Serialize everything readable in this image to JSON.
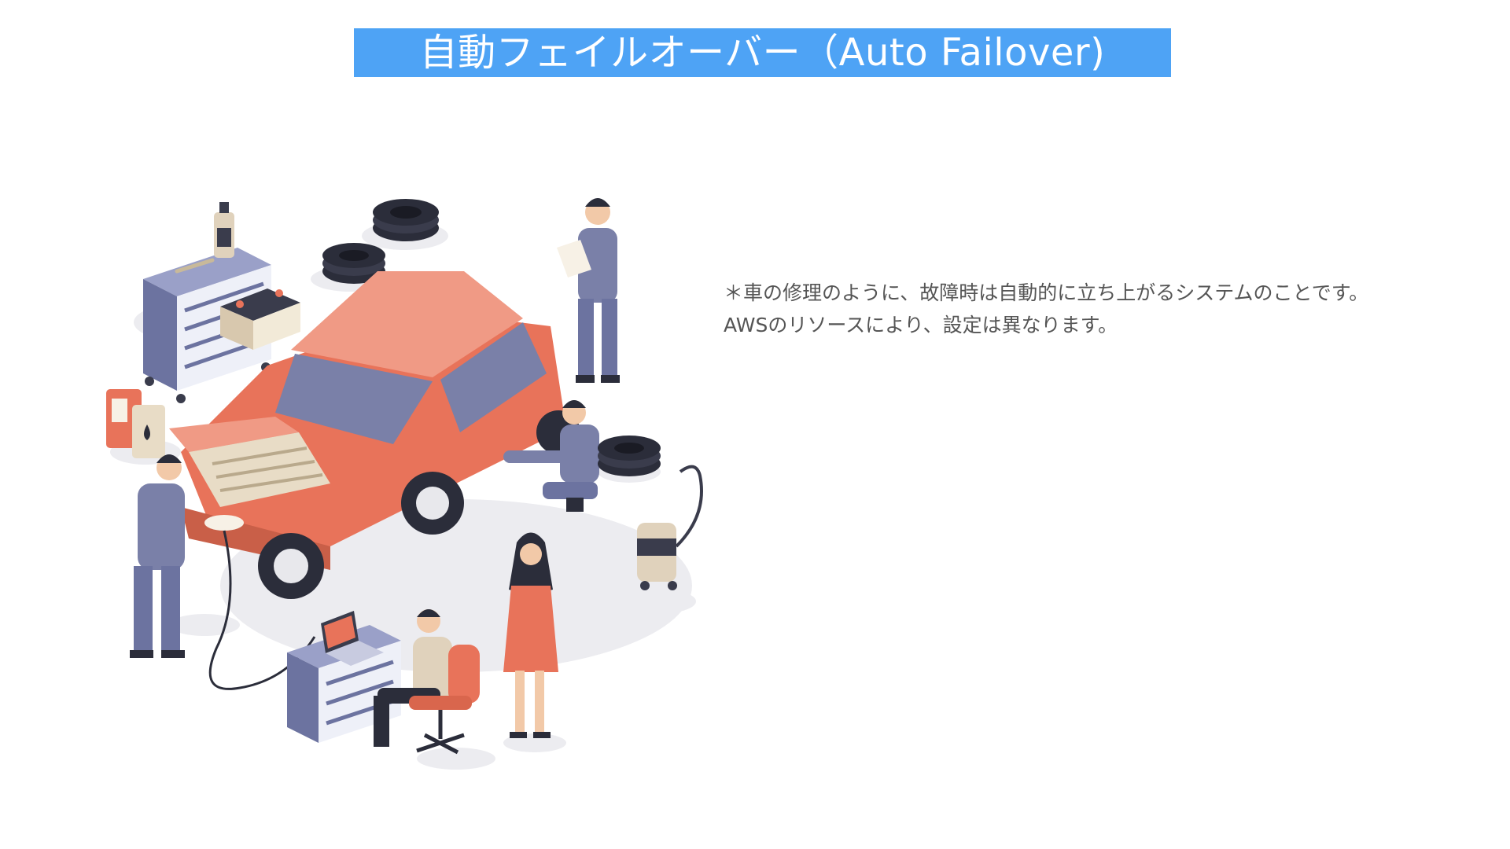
{
  "slide": {
    "title": "自動フェイルオーバー（Auto Failover)",
    "note_lines": [
      "＊車の修理のように、故障時は自動的に立ち上がるシステムのことです。",
      "AWSのリソースにより、設定は異なります。"
    ]
  },
  "colors": {
    "title_background": "#4ea3f5",
    "title_text": "#ffffff",
    "note_text": "#555555",
    "car_body": "#e8735a",
    "uniform": "#7a80a8",
    "tire": "#2b2d3a"
  },
  "illustration": {
    "subject": "car-repair-garage",
    "icons": [
      "car-icon",
      "mechanic-icon",
      "tire-stack-icon",
      "tool-cabinet-icon",
      "battery-icon",
      "fuel-canister-icon",
      "oil-bottle-icon",
      "vacuum-cleaner-icon",
      "laptop-icon",
      "office-chair-icon",
      "woman-icon",
      "clipboard-icon"
    ]
  }
}
